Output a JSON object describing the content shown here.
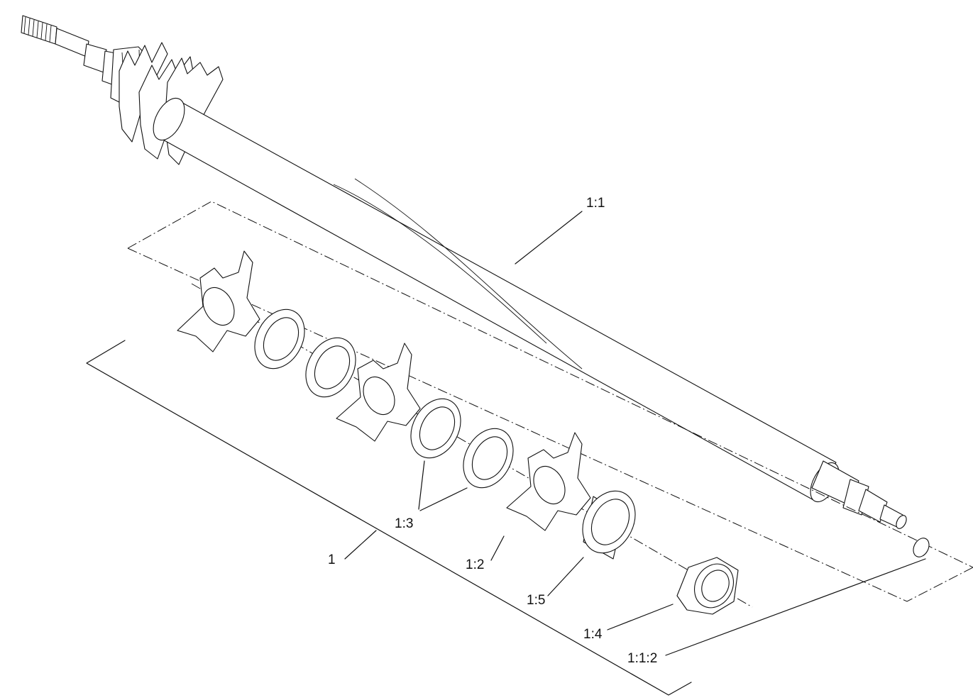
{
  "callouts": [
    {
      "id": "1",
      "text": "1"
    },
    {
      "id": "1-1",
      "text": "1:1"
    },
    {
      "id": "1-1-2",
      "text": "1:1:2"
    },
    {
      "id": "1-2",
      "text": "1:2"
    },
    {
      "id": "1-3",
      "text": "1:3"
    },
    {
      "id": "1-4",
      "text": "1:4"
    },
    {
      "id": "1-5",
      "text": "1:5"
    }
  ]
}
